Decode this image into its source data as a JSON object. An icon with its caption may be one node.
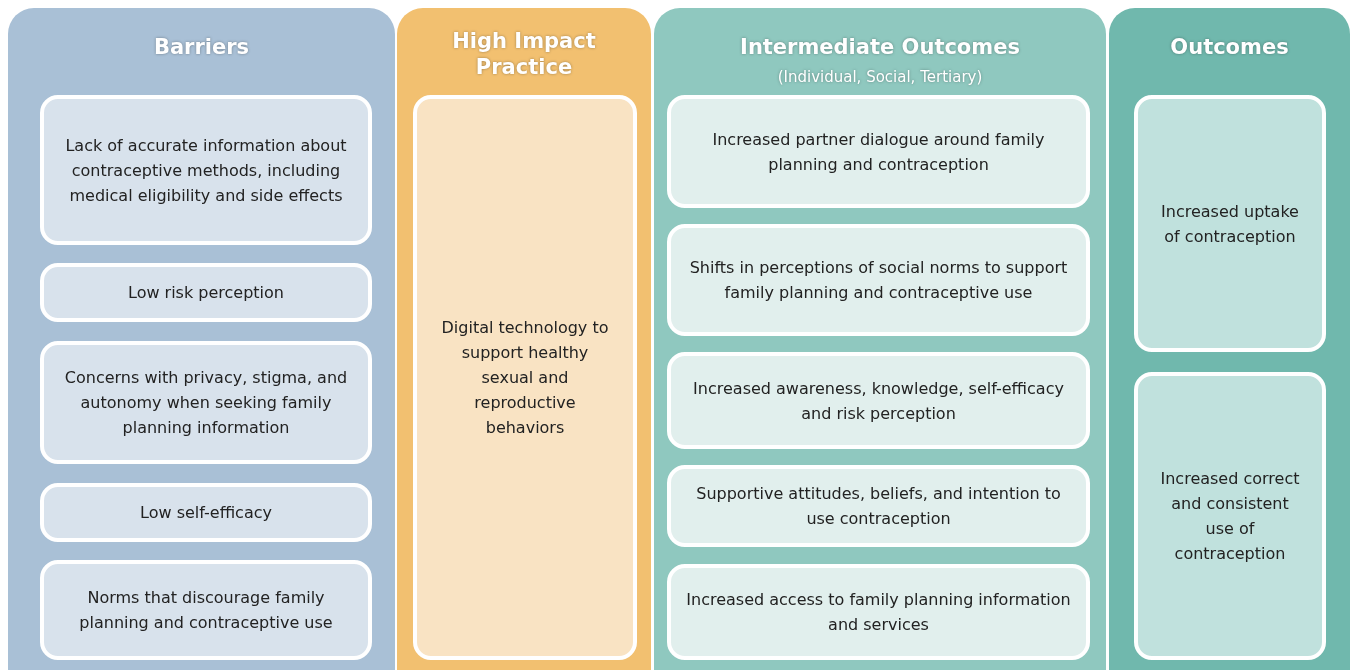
{
  "diagram": {
    "nodes": [
      {
        "text": [
          "Barriers"
        ]
      },
      {
        "text": [
          "Lack of accurate information about contraceptive methods, including medical eligibility and side effects"
        ],
        "in": 0
      },
      {
        "text": [
          "Low risk perception"
        ],
        "in": 0
      },
      {
        "text": [
          "Concerns with privacy, stigma, and autonomy when seeking family planning information"
        ],
        "in": 0
      },
      {
        "text": [
          "Low self-efficacy"
        ],
        "in": 0
      },
      {
        "text": [
          "Norms that discourage family planning and contraceptive use"
        ],
        "in": 0
      },
      {
        "text": [
          "High Impact Practice"
        ]
      },
      {
        "text": [
          "Digital technology to support healthy sexual and reproductive behaviors"
        ],
        "in": 6
      },
      {
        "text": [
          "Intermediate Outcomes",
          "(Individual, Social, Tertiary)"
        ]
      },
      {
        "text": [
          "Increased partner dialogue around family planning and contraception"
        ],
        "in": 8
      },
      {
        "text": [
          "Shifts in perceptions of social norms to support family planning and contraceptive use"
        ],
        "in": 8
      },
      {
        "text": [
          "Increased awareness, knowledge, self-efficacy and risk perception"
        ],
        "in": 8
      },
      {
        "text": [
          "Supportive attitudes, beliefs, and intention to use contraception"
        ],
        "in": 8
      },
      {
        "text": [
          "Increased access to family planning information and services"
        ],
        "in": 8
      },
      {
        "text": [
          "Outcomes"
        ]
      },
      {
        "text": [
          "Increased uptake of contraception"
        ],
        "in": 14
      },
      {
        "text": [
          "Increased correct and consistent use of contraception"
        ],
        "in": 14
      }
    ]
  }
}
